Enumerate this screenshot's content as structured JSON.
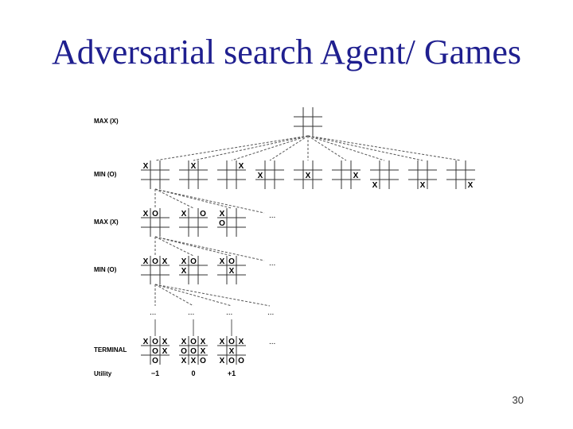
{
  "title": "Adversarial search Agent/ Games",
  "page_number": "30",
  "diagram": {
    "level_labels": [
      "MAX (X)",
      "MIN (O)",
      "MAX (X)",
      "MIN (O)",
      "TERMINAL",
      "Utility"
    ],
    "ellipsis": "...",
    "root": [
      "",
      "",
      "",
      "",
      "",
      "",
      "",
      "",
      ""
    ],
    "min_row": [
      [
        "X",
        "",
        "",
        "",
        "",
        "",
        "",
        "",
        ""
      ],
      [
        "",
        "X",
        "",
        "",
        "",
        "",
        "",
        "",
        ""
      ],
      [
        "",
        "",
        "X",
        "",
        "",
        "",
        "",
        "",
        ""
      ],
      [
        "",
        "",
        "",
        "X",
        "",
        "",
        "",
        "",
        ""
      ],
      [
        "",
        "",
        "",
        "",
        "X",
        "",
        "",
        "",
        ""
      ],
      [
        "",
        "",
        "",
        "",
        "",
        "X",
        "",
        "",
        ""
      ],
      [
        "",
        "",
        "",
        "",
        "",
        "",
        "X",
        "",
        ""
      ],
      [
        "",
        "",
        "",
        "",
        "",
        "",
        "",
        "X",
        ""
      ],
      [
        "",
        "",
        "",
        "",
        "",
        "",
        "",
        "",
        "X"
      ]
    ],
    "max_row": [
      [
        "X",
        "O",
        "",
        "",
        "",
        "",
        "",
        "",
        ""
      ],
      [
        "X",
        "",
        "O",
        "",
        "",
        "",
        "",
        "",
        ""
      ],
      [
        "X",
        "",
        "",
        "O",
        "",
        "",
        "",
        "",
        ""
      ]
    ],
    "min2_row": [
      [
        "X",
        "O",
        "X",
        "",
        "",
        "",
        "",
        "",
        ""
      ],
      [
        "X",
        "O",
        "",
        "X",
        "",
        "",
        "",
        "",
        ""
      ],
      [
        "X",
        "O",
        "",
        "",
        "X",
        "",
        "",
        "",
        ""
      ]
    ],
    "terminal_row": [
      [
        "X",
        "O",
        "X",
        "",
        "O",
        "X",
        "",
        "O",
        ""
      ],
      [
        "X",
        "O",
        "X",
        "O",
        "O",
        "X",
        "X",
        "X",
        "O"
      ],
      [
        "X",
        "O",
        "X",
        "",
        "X",
        "",
        "X",
        "O",
        "O"
      ]
    ],
    "utilities": [
      "−1",
      "0",
      "+1"
    ]
  }
}
